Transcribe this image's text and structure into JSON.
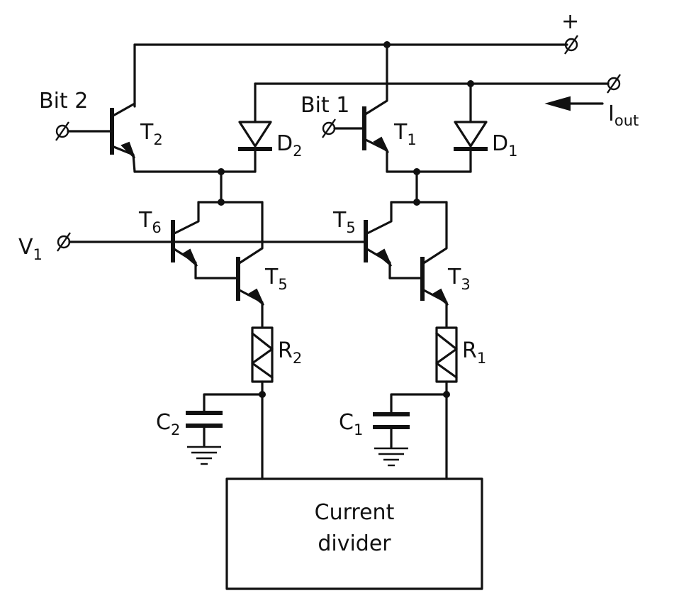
{
  "labels": {
    "plus": "+",
    "bit2": "Bit 2",
    "bit1": "Bit 1",
    "iout_main": "I",
    "iout_sub": "out",
    "v1_main": "V",
    "v1_sub": "1",
    "t2_main": "T",
    "t2_sub": "2",
    "d2_main": "D",
    "d2_sub": "2",
    "t1_main": "T",
    "t1_sub": "1",
    "d1_main": "D",
    "d1_sub": "1",
    "t6_main": "T",
    "t6_sub": "6",
    "t5a_main": "T",
    "t5a_sub": "5",
    "t5b_main": "T",
    "t5b_sub": "5",
    "t3_main": "T",
    "t3_sub": "3",
    "r2_main": "R",
    "r2_sub": "2",
    "r1_main": "R",
    "r1_sub": "1",
    "c2_main": "C",
    "c2_sub": "2",
    "c1_main": "C",
    "c1_sub": "1"
  },
  "current_divider": {
    "line1": "Current",
    "line2": "divider"
  }
}
